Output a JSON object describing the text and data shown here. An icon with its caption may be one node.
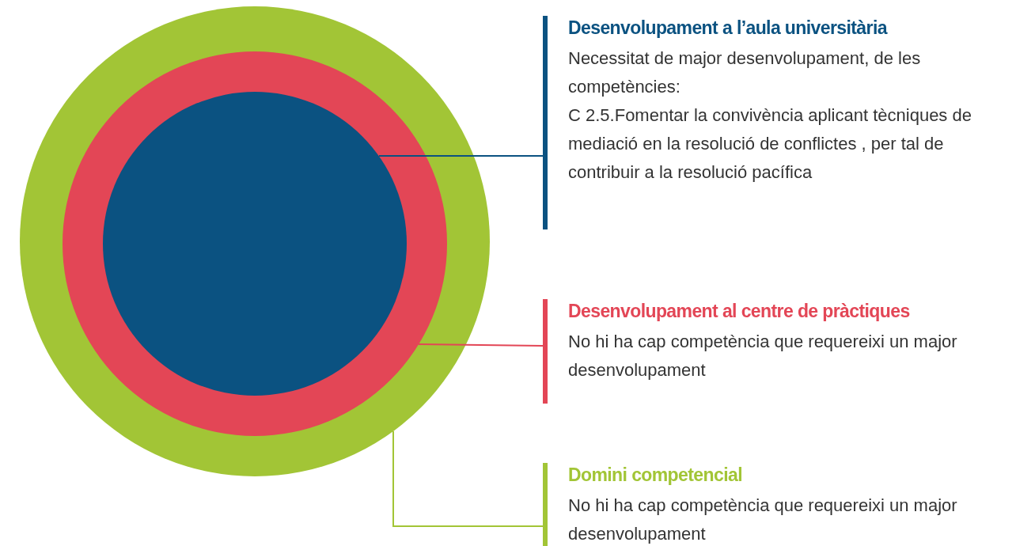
{
  "diagram": {
    "nodes": [
      {
        "text": [],
        "shape": "circle"
      },
      {
        "text": [],
        "shape": "circle",
        "in": 0
      },
      {
        "text": [],
        "shape": "circle",
        "in": 1
      },
      {
        "text": [
          "Desenvolupament a l’aula universitària",
          "Necessitat de major desenvolupament, de les competències:",
          "C 2.5.Fomentar la convivència aplicant tècniques de mediació en la resolució de conflictes , per tal de contribuir a la resolució pacífica"
        ]
      },
      {
        "text": [
          "Desenvolupament al centre de pràctiques",
          "No hi ha cap competència que requereixi un major desenvolupament"
        ]
      },
      {
        "text": [
          "Domini competencial",
          "No hi ha cap competència que requereixi un major desenvolupament"
        ]
      }
    ],
    "edges": [
      {
        "from": 3,
        "to": 2,
        "arrow": "none",
        "color": "#0b5281"
      },
      {
        "from": 4,
        "to": 1,
        "arrow": "none",
        "color": "#e34656"
      },
      {
        "from": 5,
        "to": 0,
        "arrow": "none",
        "color": "#a2c536"
      }
    ]
  }
}
